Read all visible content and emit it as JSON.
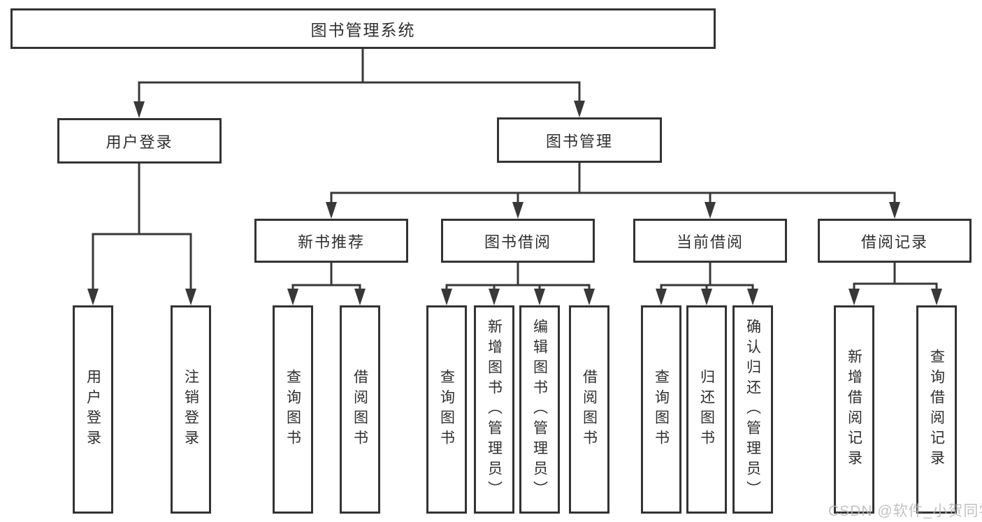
{
  "diagram": {
    "root": "图书管理系统",
    "tree": {
      "user_login": {
        "label": "用户登录",
        "children": {
          "login": "用户登录",
          "logout": "注销登录"
        }
      },
      "book_mgmt": {
        "label": "图书管理",
        "children": {
          "new_book": {
            "label": "新书推荐",
            "children": {
              "query": "查询图书",
              "borrow": "借阅图书"
            }
          },
          "book_borrow": {
            "label": "图书借阅",
            "children": {
              "query": "查询图书",
              "add": "新增图书（管理员）",
              "edit": "编辑图书（管理员）",
              "borrow": "借阅图书"
            }
          },
          "current_borrow": {
            "label": "当前借阅",
            "children": {
              "query": "查询图书",
              "return": "归还图书",
              "confirm": "确认归还（管理员）"
            }
          },
          "borrow_records": {
            "label": "借阅记录",
            "children": {
              "add": "新增借阅记录",
              "query": "查询借阅记录"
            }
          }
        }
      }
    },
    "watermark": "CSDN @软件_小贺同学",
    "colors": {
      "line": "#383838",
      "box_border": "#333333",
      "text": "#2f2f2f",
      "watermark": "#b8b8b8"
    }
  }
}
